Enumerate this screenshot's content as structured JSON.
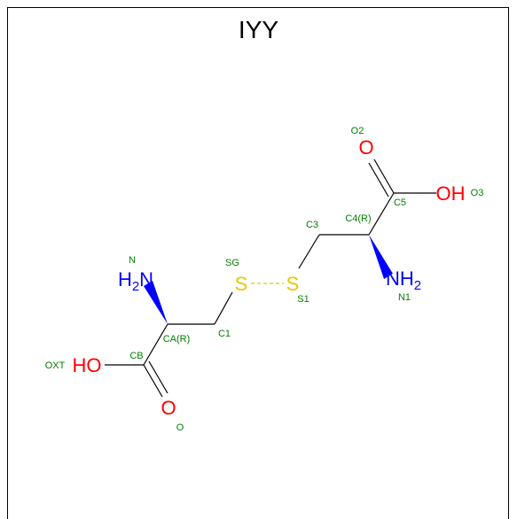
{
  "title": "IYY",
  "colors": {
    "oxygen": "#ff0000",
    "nitrogen": "#0000ff",
    "sulfur": "#e8c800",
    "atom_name": "#008000",
    "bond": "#000000"
  },
  "atom_labels": {
    "h2n_left": "H2N",
    "nh2_right": "NH2",
    "ho_left": "HO",
    "oh_right": "OH",
    "o_left": "O",
    "o_right": "O",
    "s_left": "S",
    "s_right": "S"
  },
  "atom_names": {
    "n": "N",
    "n1": "N1",
    "sg": "SG",
    "s1": "S1",
    "ca": "CA(R)",
    "c4": "C4(R)",
    "c1": "C1",
    "c3": "C3",
    "cb": "CB",
    "c5": "C5",
    "oxt": "OXT",
    "o": "O",
    "o2": "O2",
    "o3": "O3"
  }
}
